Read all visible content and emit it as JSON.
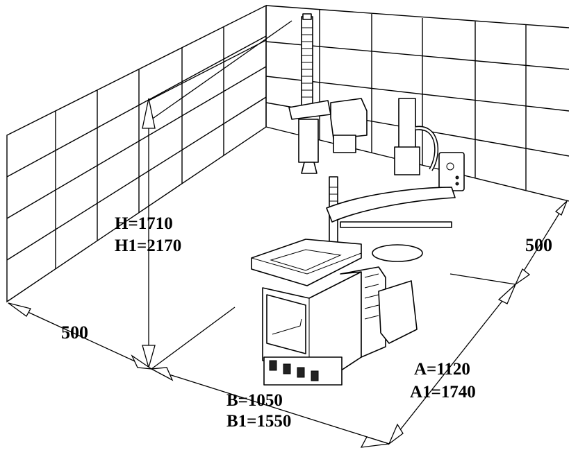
{
  "dimensions": {
    "height_label": "H=1710",
    "height_max_label": "H1=2170",
    "width_label": "A=1120",
    "width_max_label": "A1=1740",
    "depth_label": "B=1050",
    "depth_max_label": "B1=1550",
    "left_clearance": "500",
    "right_clearance": "500"
  }
}
